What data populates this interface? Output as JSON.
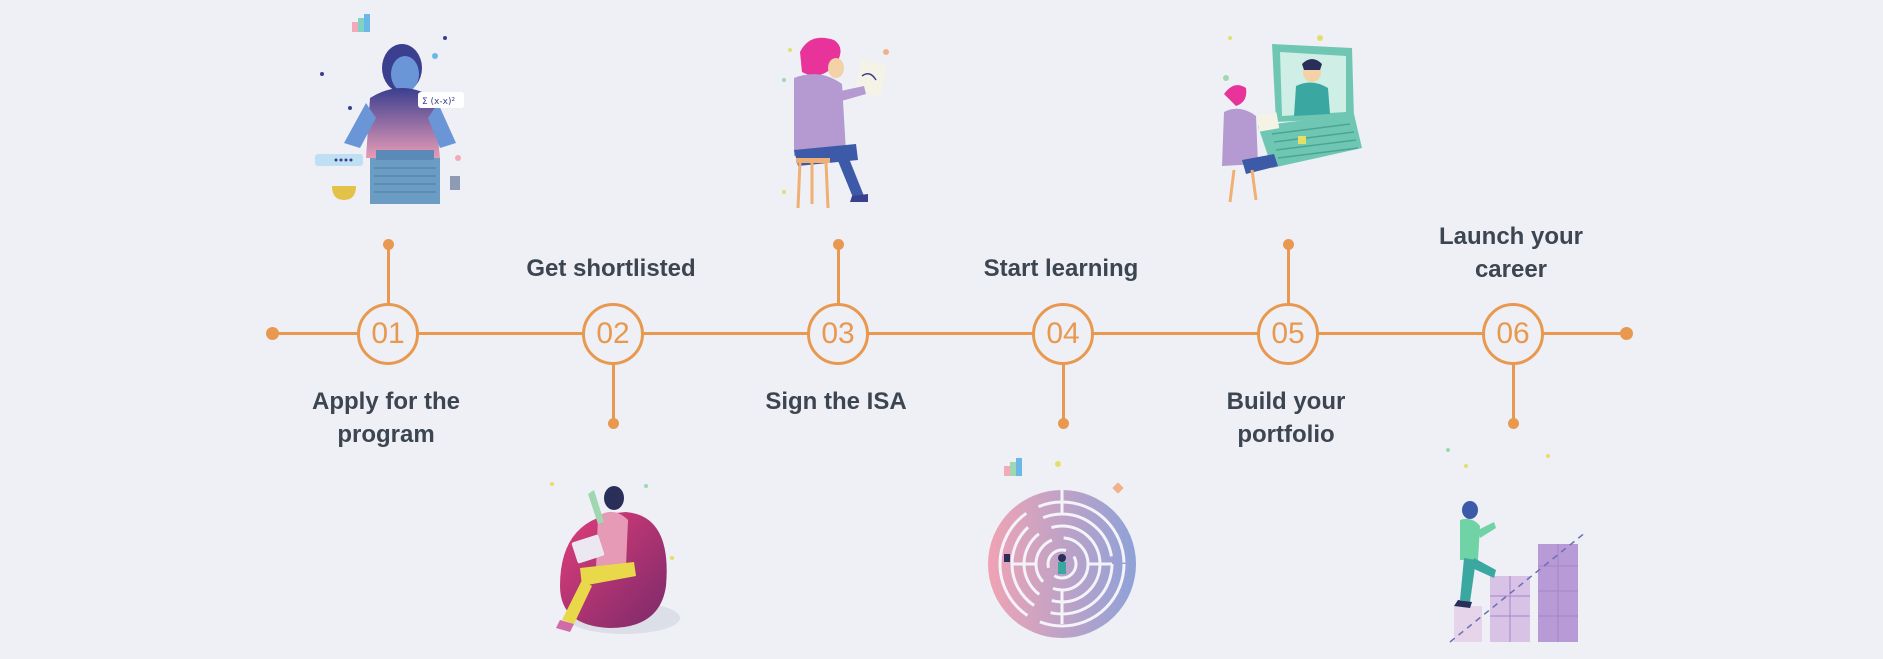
{
  "steps": [
    {
      "number": "01",
      "label_lines": [
        "Apply for the",
        "program"
      ],
      "illustration": "person-typing-on-keyboard-illustration"
    },
    {
      "number": "02",
      "label_lines": [
        "Get shortlisted"
      ],
      "illustration": "person-on-beanbag-illustration"
    },
    {
      "number": "03",
      "label_lines": [
        "Sign the ISA"
      ],
      "illustration": "person-signing-document-illustration"
    },
    {
      "number": "04",
      "label_lines": [
        "Start learning"
      ],
      "illustration": "circular-maze-illustration"
    },
    {
      "number": "05",
      "label_lines": [
        "Build your",
        "portfolio"
      ],
      "illustration": "person-at-laptop-video-call-illustration"
    },
    {
      "number": "06",
      "label_lines": [
        "Launch your",
        "career"
      ],
      "illustration": "person-climbing-bar-steps-illustration"
    }
  ],
  "colors": {
    "background": "#eef0f5",
    "accent": "#e8994f",
    "text": "#3d4551"
  }
}
